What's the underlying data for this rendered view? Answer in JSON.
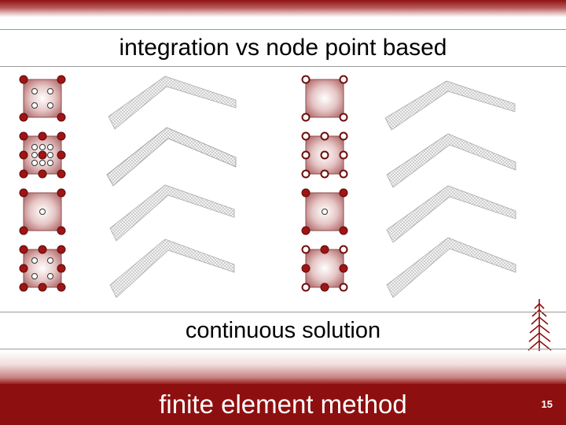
{
  "slide": {
    "title": "integration vs node point based",
    "subtitle": "continuous solution",
    "footer_title": "finite element method",
    "page_number": "15"
  },
  "colors": {
    "accent": "#8e0f0f",
    "node_fill": "#a11414",
    "element_fill": "#c48e8e"
  },
  "icons": {
    "logo": "redwood-tree-icon"
  }
}
